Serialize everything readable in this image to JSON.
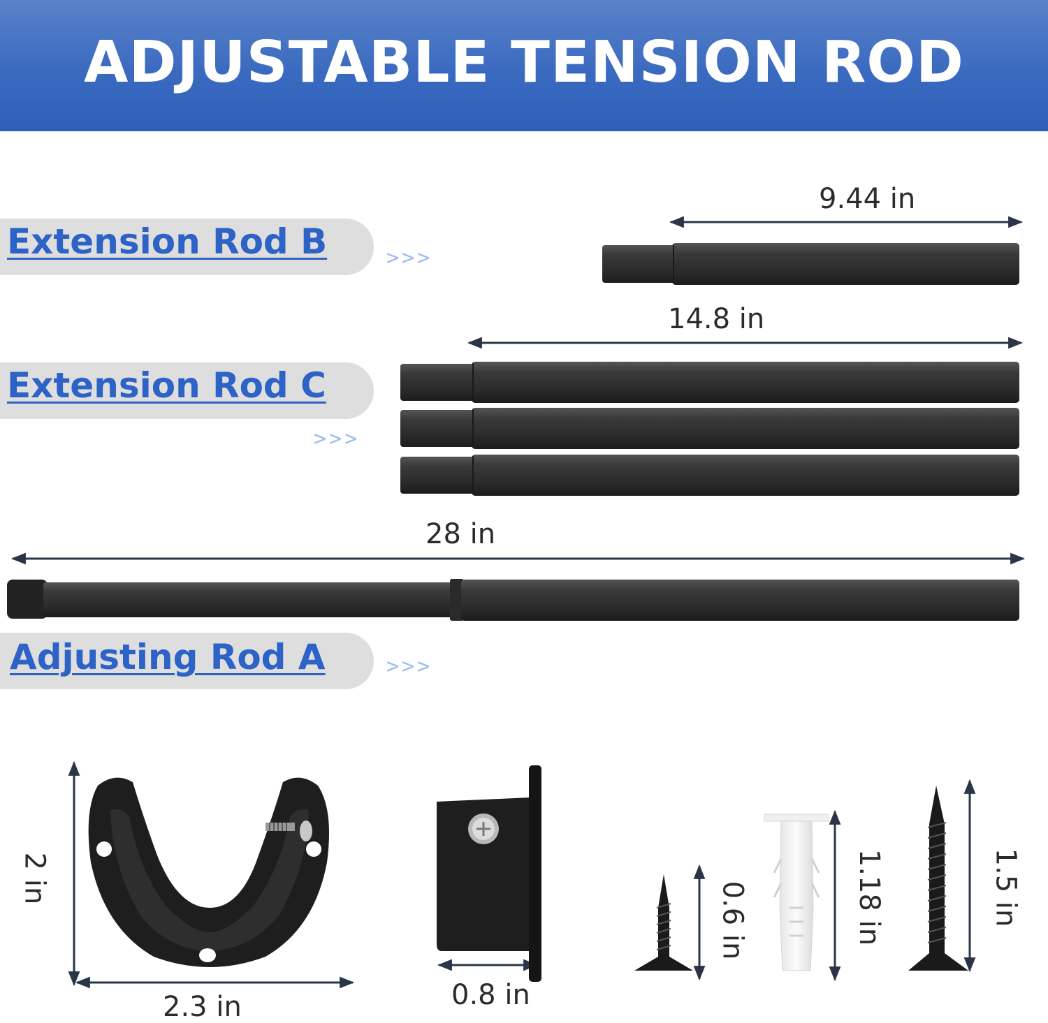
{
  "title": "ADJUSTABLE TENSION ROD",
  "parts": {
    "rod_b": {
      "label": "Extension Rod B",
      "length": "9.44 in",
      "count": 1
    },
    "rod_c": {
      "label": "Extension Rod C",
      "length": "14.8 in",
      "count": 3
    },
    "rod_a": {
      "label": "Adjusting Rod A",
      "length": "28 in",
      "count": 1
    }
  },
  "chevrons": ">>>",
  "hardware": {
    "bracket_height": "2 in",
    "bracket_width": "2.3 in",
    "side_bracket_depth": "0.8 in",
    "small_screw_length": "0.6 in",
    "anchor_length": "1.18 in",
    "large_screw_length": "1.5 in"
  },
  "colors": {
    "banner": "#3a6ac0",
    "label": "#2d62c6",
    "rod": "#303030",
    "pill": "#dedede"
  }
}
